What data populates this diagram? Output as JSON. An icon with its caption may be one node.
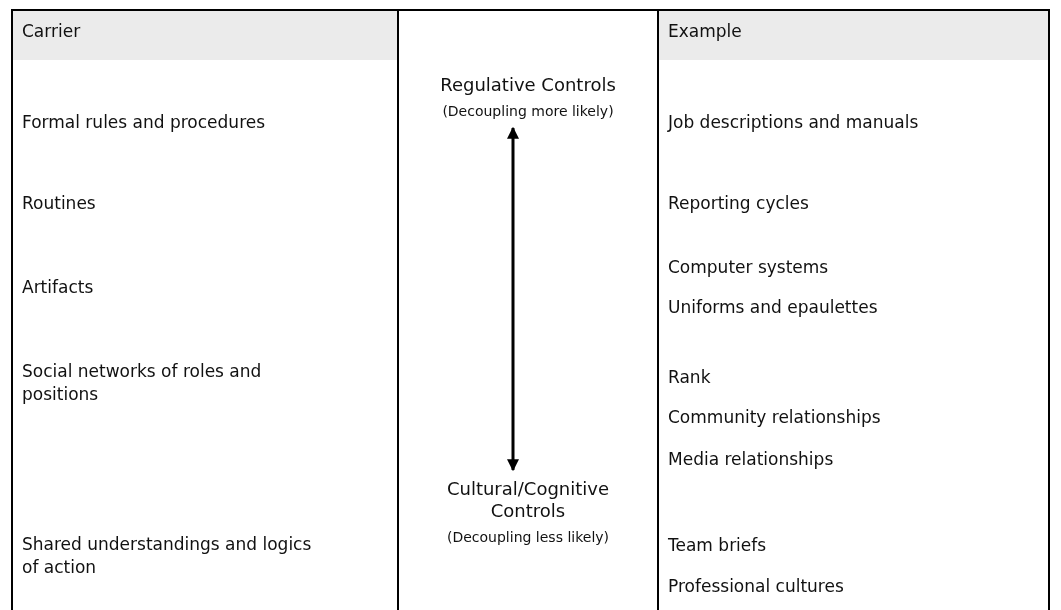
{
  "diagram": {
    "nodes": [
      {
        "text": [
          "Regulative Controls",
          "(Decoupling more likely)"
        ]
      },
      {
        "text": [
          "Cultural/Cognitive Controls",
          "(Decoupling less likely)"
        ]
      }
    ],
    "edges": [
      {
        "from": 0,
        "to": 1,
        "arrow": "both"
      }
    ],
    "labels": [
      "Carrier",
      "Example",
      "Formal rules and procedures",
      "Job descriptions and manuals",
      "Routines",
      "Reporting cycles",
      "Artifacts",
      "Computer systems",
      "Uniforms and epaulettes",
      "Social networks of roles and positions",
      "Rank",
      "Community relationships",
      "Media relationships",
      "Shared understandings and logics of action",
      "Team briefs",
      "Professional cultures"
    ]
  }
}
